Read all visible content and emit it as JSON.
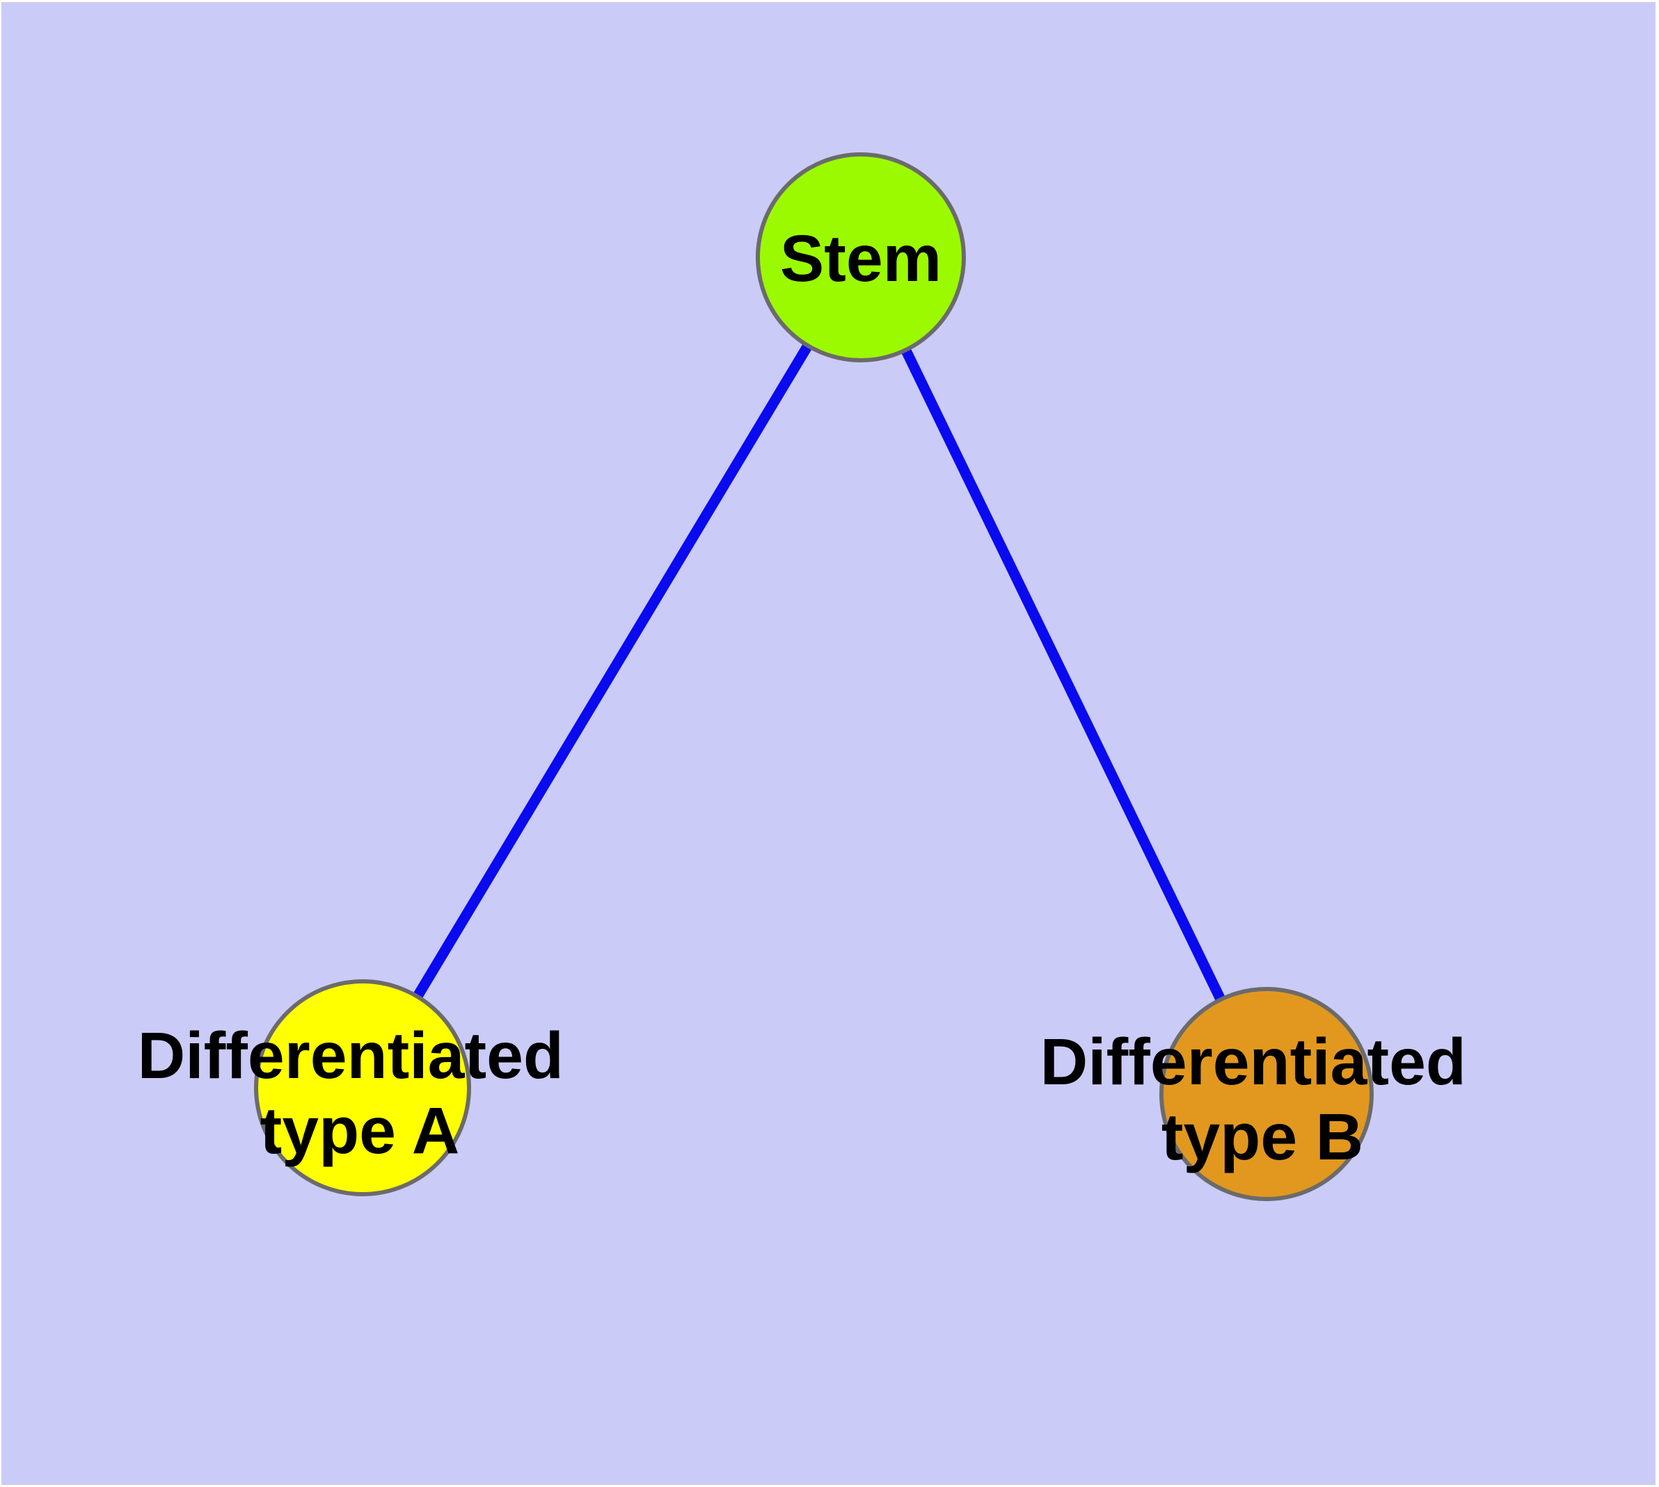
{
  "diagram": {
    "title": "",
    "type": "node-link-graph",
    "background_color": "#CBCBF8",
    "margin_color": "#FFFFFF",
    "edge_color": "#0A0AF0",
    "node_border_color": "#6B6B6B",
    "label_color": "#000000",
    "nodes": [
      {
        "id": "stem",
        "label": "Stem",
        "color": "#9CFA00"
      },
      {
        "id": "differentiated-type-a",
        "label": "Differentiated type A",
        "label_lines": [
          "Differentiated",
          "type A"
        ],
        "color": "#FFFF00"
      },
      {
        "id": "differentiated-type-b",
        "label": "Differentiated type B",
        "label_lines": [
          "Differentiated",
          "type B"
        ],
        "color": "#E2981E"
      }
    ],
    "edges": [
      {
        "from": "stem",
        "to": "differentiated-type-a"
      },
      {
        "from": "stem",
        "to": "differentiated-type-b"
      }
    ]
  }
}
